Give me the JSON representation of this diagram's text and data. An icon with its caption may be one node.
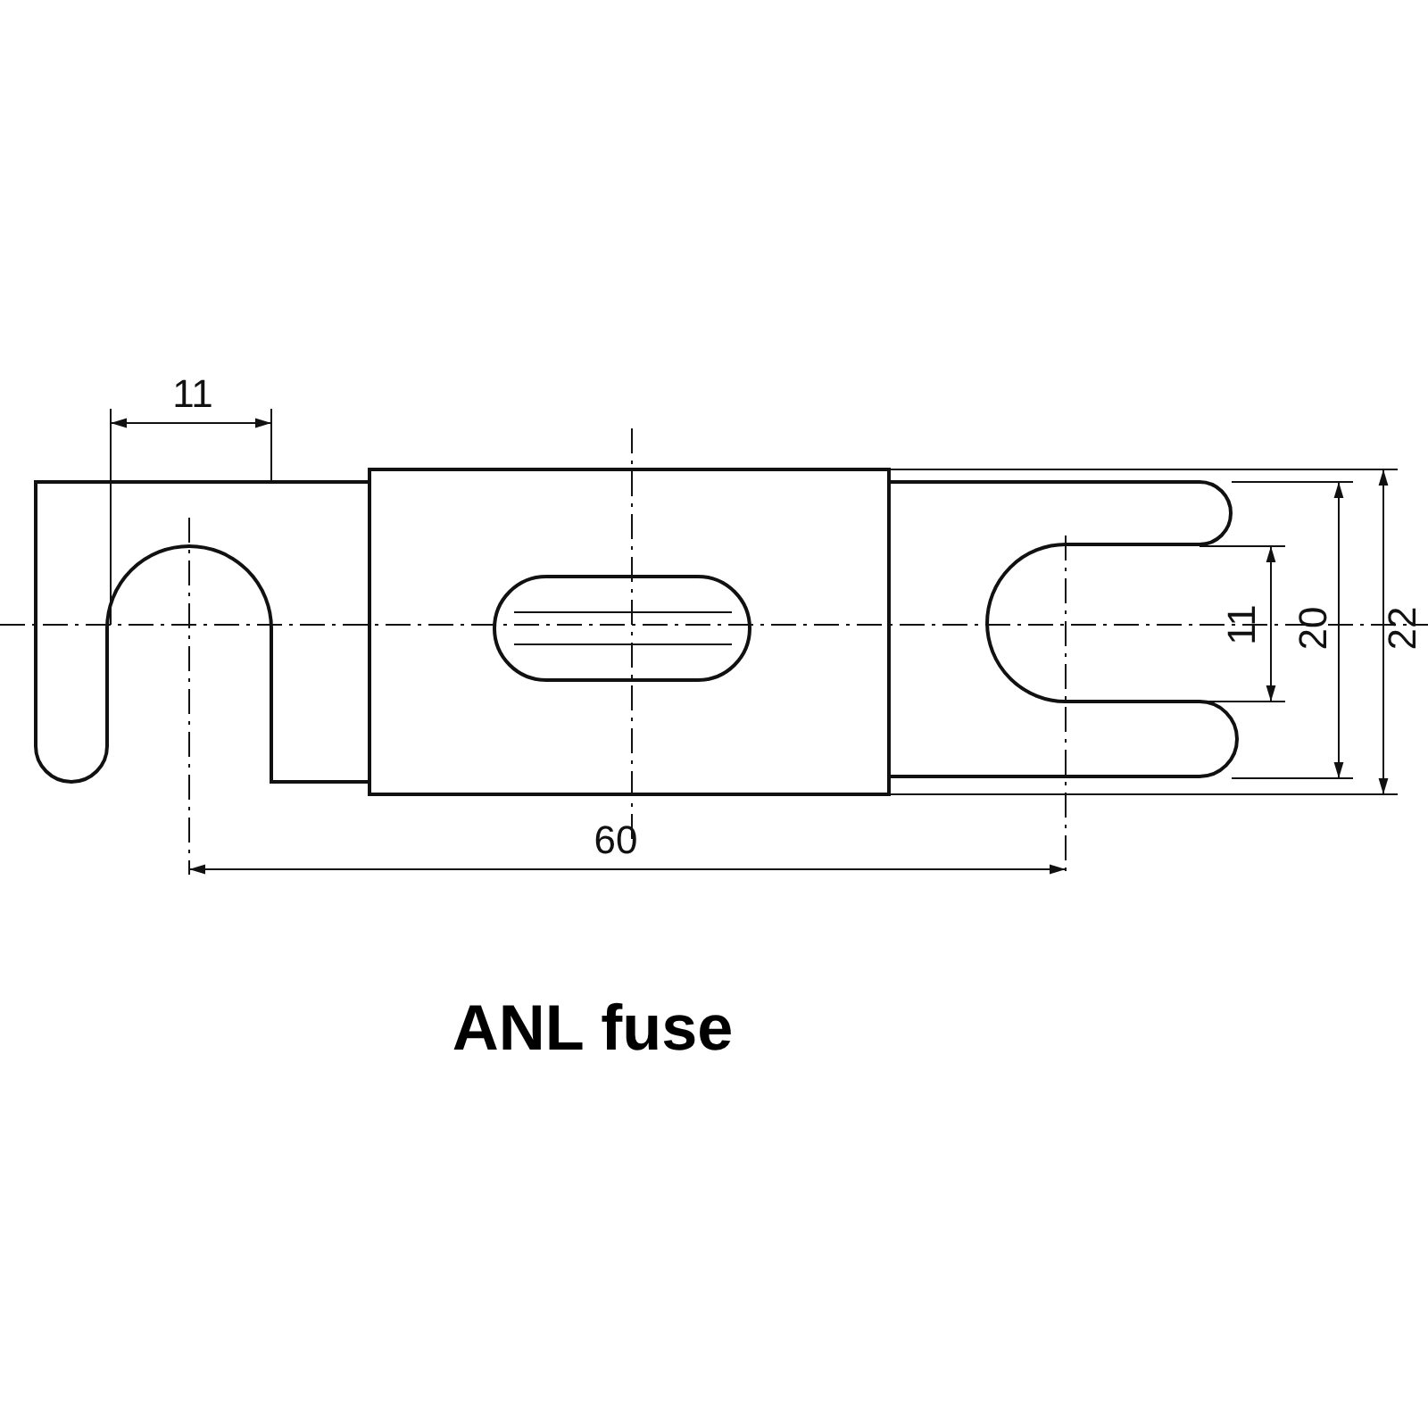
{
  "diagram": {
    "caption": "ANL fuse",
    "labels": [
      "11",
      "60",
      "11",
      "20",
      "22"
    ]
  }
}
